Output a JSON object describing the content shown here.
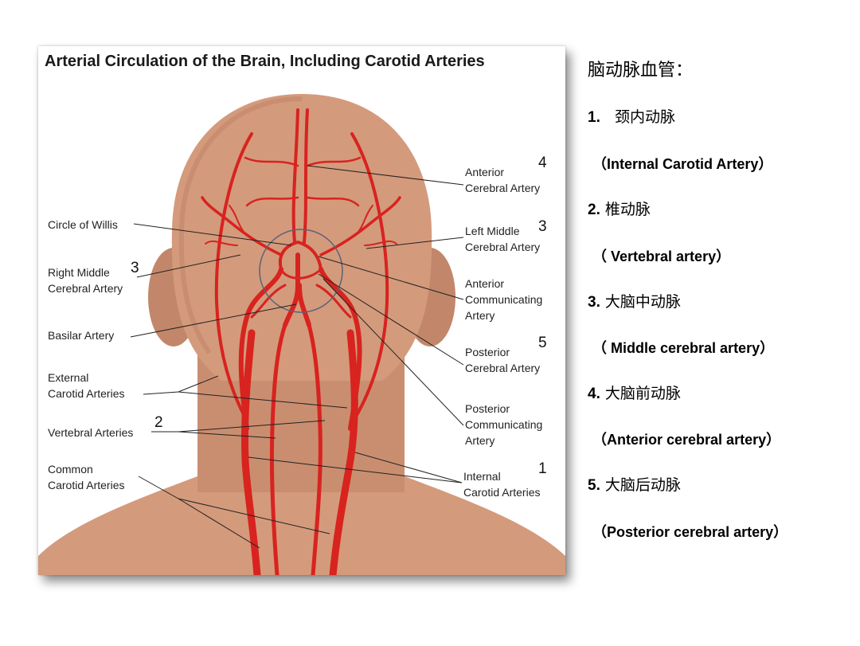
{
  "figure": {
    "title": "Arterial Circulation of the Brain, Including Carotid Arteries",
    "labels": {
      "anterior_cerebral": "Anterior\nCerebral Artery",
      "circle_of_willis": "Circle of Willis",
      "left_middle_cerebral": "Left Middle\nCerebral Artery",
      "right_middle_cerebral": "Right Middle\nCerebral Artery",
      "anterior_communicating": "Anterior\nCommunicating\nArtery",
      "basilar": "Basilar Artery",
      "posterior_cerebral": "Posterior\nCerebral Artery",
      "external_carotid": "External\nCarotid Arteries",
      "posterior_communicating": "Posterior\nCommunicating\nArtery",
      "vertebral": "Vertebral Arteries",
      "common_carotid": "Common\nCarotid Arteries",
      "internal_carotid": "Internal\nCarotid Arteries"
    },
    "numbers": {
      "anterior_cerebral": "4",
      "left_middle_cerebral": "3",
      "right_middle_cerebral": "3",
      "posterior_cerebral": "5",
      "vertebral": "2",
      "internal_carotid": "1"
    },
    "colors": {
      "skin": "#d49a7c",
      "skin_shadow": "#c2876a",
      "artery": "#d8231f",
      "leader": "#222222",
      "circle": "#5a6278"
    }
  },
  "sidebar": {
    "heading": "脑动脉血管：",
    "items": [
      {
        "index": "1.",
        "zh": "颈内动脉",
        "en": "（Internal Carotid Artery）"
      },
      {
        "index": "2.",
        "zh": "椎动脉",
        "en": "（ Vertebral artery）"
      },
      {
        "index": "3.",
        "zh": "大脑中动脉",
        "en": "（ Middle cerebral artery）"
      },
      {
        "index": "4.",
        "zh": "大脑前动脉",
        "en": "（Anterior cerebral artery）"
      },
      {
        "index": "5.",
        "zh": "大脑后动脉",
        "en": "（Posterior cerebral artery）"
      }
    ]
  }
}
